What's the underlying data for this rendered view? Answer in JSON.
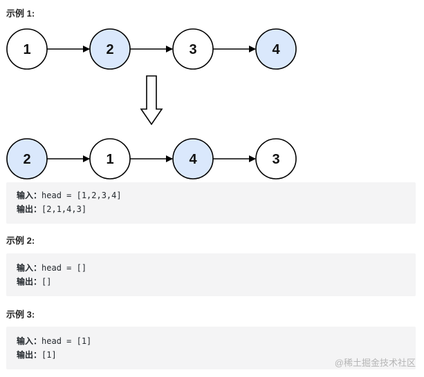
{
  "examples": [
    {
      "title": "示例 1:",
      "input_label": "输入：",
      "input_value": "head = [1,2,3,4]",
      "output_label": "输出：",
      "output_value": "[2,1,4,3]"
    },
    {
      "title": "示例 2:",
      "input_label": "输入：",
      "input_value": "head = []",
      "output_label": "输出：",
      "output_value": "[]"
    },
    {
      "title": "示例 3:",
      "input_label": "输入：",
      "input_value": "head = [1]",
      "output_label": "输出：",
      "output_value": "[1]"
    }
  ],
  "diagram": {
    "before": [
      {
        "label": "1",
        "highlighted": false
      },
      {
        "label": "2",
        "highlighted": true
      },
      {
        "label": "3",
        "highlighted": false
      },
      {
        "label": "4",
        "highlighted": true
      }
    ],
    "after": [
      {
        "label": "2",
        "highlighted": true
      },
      {
        "label": "1",
        "highlighted": false
      },
      {
        "label": "4",
        "highlighted": true
      },
      {
        "label": "3",
        "highlighted": false
      }
    ],
    "highlight_color": "#dae8fc",
    "plain_color": "#ffffff"
  },
  "watermark": "@稀土掘金技术社区"
}
